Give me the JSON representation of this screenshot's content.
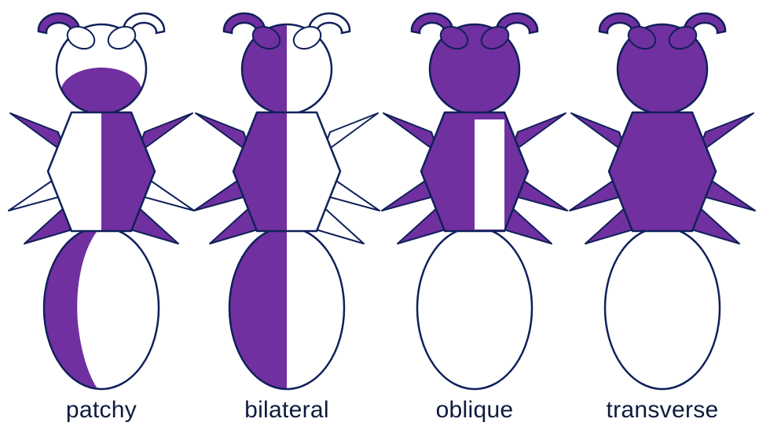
{
  "colors": {
    "fill": "#7030a0",
    "outline": "#10205a",
    "background": "#ffffff"
  },
  "figures": [
    {
      "label": "patchy"
    },
    {
      "label": "bilateral"
    },
    {
      "label": "oblique"
    },
    {
      "label": "transverse"
    }
  ]
}
